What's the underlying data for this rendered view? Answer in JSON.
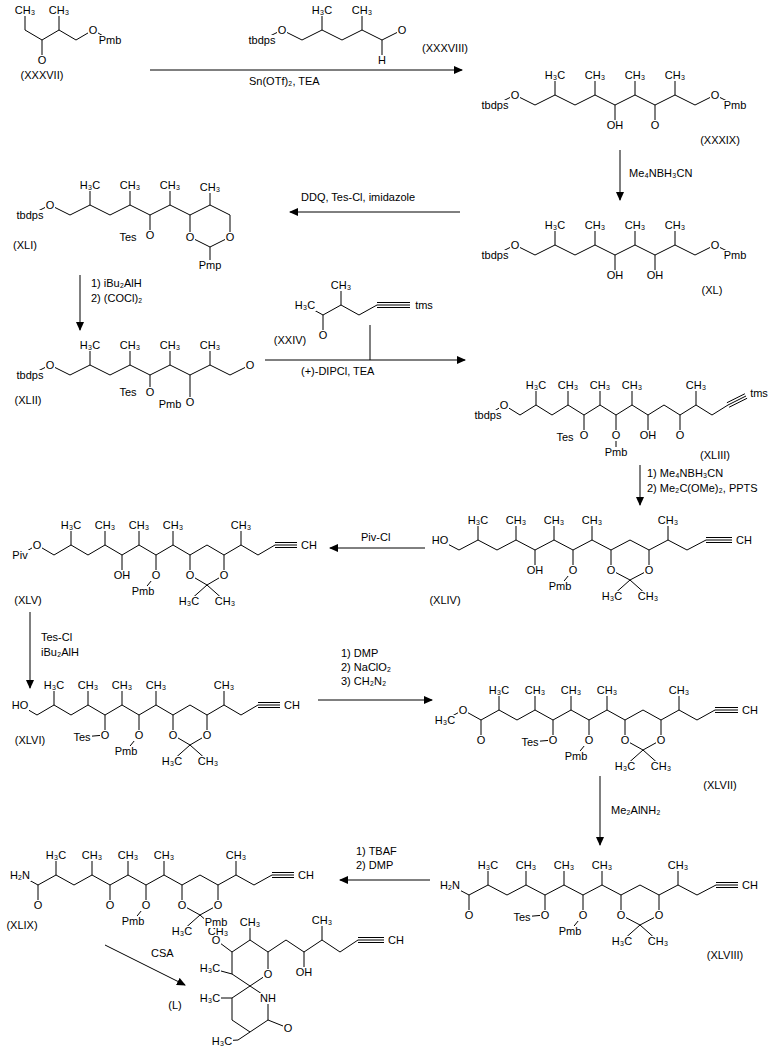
{
  "diagram": {
    "labels": [
      "CH₃",
      "CH₃",
      "O",
      "O",
      "Pmb",
      "(XXXVII)",
      "H₃C",
      "CH₃",
      "tbdps",
      "O",
      "O",
      "H",
      "(XXXVIII)",
      "Sn(OTf)₂, TEA",
      "H₃C",
      "tbdps",
      "O",
      "CH₃",
      "CH₃",
      "CH₃",
      "OH",
      "O",
      "O",
      "Pmb",
      "(XXXIX)",
      "Me₄NBH₃CN",
      "H₃C",
      "tbdps",
      "O",
      "CH₃",
      "CH₃",
      "CH₃",
      "OH",
      "OH",
      "O",
      "Pmb",
      "(XL)",
      "DDQ, Tes-Cl, imidazole",
      "H₃C",
      "tbdps",
      "O",
      "CH₃",
      "CH₃",
      "CH₃",
      "Tes",
      "O",
      "O",
      "O",
      "Pmp",
      "(XLI)",
      "1) iBu₂AlH",
      "2) (COCl)₂",
      "CH₃",
      "H₃C",
      "O",
      "tms",
      "(XXIV)",
      "(+)-DIPCl, TEA",
      "H₃C",
      "tbdps",
      "O",
      "CH₃",
      "CH₃",
      "CH₃",
      "Tes",
      "O",
      "Pmb",
      "O",
      "O",
      "(XLII)",
      "H₃C",
      "tbdps",
      "O",
      "CH₃",
      "CH₃",
      "CH₃",
      "CH₃",
      "Tes",
      "O",
      "Pmb",
      "O",
      "OH",
      "O",
      "tms",
      "(XLIII)",
      "1) Me₄NBH₃CN",
      "2) Me₂C(OMe)₂, PPTS",
      "H₃C",
      "HO",
      "CH₃",
      "CH₃",
      "CH₃",
      "CH₃",
      "OH",
      "Pmb",
      "O",
      "O",
      "O",
      "H₃C",
      "CH₃",
      "CH",
      "(XLIV)",
      "Piv-Cl",
      "H₃C",
      "Piv",
      "O",
      "CH₃",
      "CH₃",
      "CH₃",
      "CH₃",
      "OH",
      "Pmb",
      "O",
      "O",
      "O",
      "H₃C",
      "CH₃",
      "CH",
      "(XLV)",
      "Tes-Cl",
      "iBu₂AlH",
      "H₃C",
      "HO",
      "CH₃",
      "CH₃",
      "CH₃",
      "CH₃",
      "Tes",
      "O",
      "Pmb",
      "O",
      "O",
      "O",
      "H₃C",
      "CH₃",
      "CH",
      "(XLVI)",
      "1) DMP",
      "2) NaClO₂",
      "3) CH₂N₂",
      "H₃C",
      "H₃C",
      "O",
      "O",
      "CH₃",
      "CH₃",
      "CH₃",
      "CH₃",
      "Tes",
      "O",
      "Pmb",
      "O",
      "O",
      "O",
      "H₃C",
      "CH₃",
      "CH",
      "(XLVII)",
      "Me₂AlNH₂",
      "H₃C",
      "H₂N",
      "O",
      "CH₃",
      "CH₃",
      "CH₃",
      "CH₃",
      "Tes",
      "O",
      "Pmb",
      "O",
      "O",
      "O",
      "H₃C",
      "CH₃",
      "CH",
      "(XLVIII)",
      "1) TBAF",
      "2) DMP",
      "H₃C",
      "H₂N",
      "O",
      "CH₃",
      "CH₃",
      "CH₃",
      "CH₃",
      "O",
      "Pmb",
      "O",
      "O",
      "O",
      "H₃C",
      "CH₃",
      "CH",
      "(XLIX)",
      "CSA",
      "Pmb",
      "O",
      "CH₃",
      "H₃C",
      "O",
      "OH",
      "CH₃",
      "CH",
      "NH",
      "H₃C",
      "O",
      "H₃C",
      "(L)"
    ]
  }
}
